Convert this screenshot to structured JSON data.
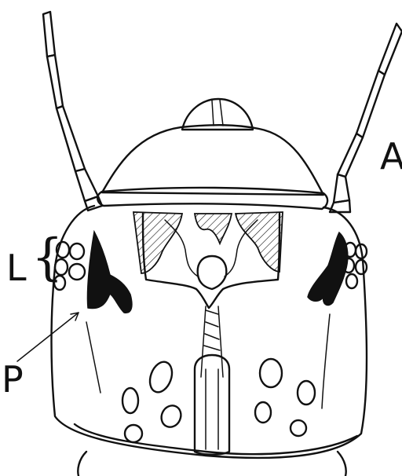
{
  "labels": {
    "antenna": "A",
    "lateral_spots": "L",
    "pit": "P"
  },
  "colors": {
    "ink": "#111111",
    "paper": "#ffffff"
  }
}
